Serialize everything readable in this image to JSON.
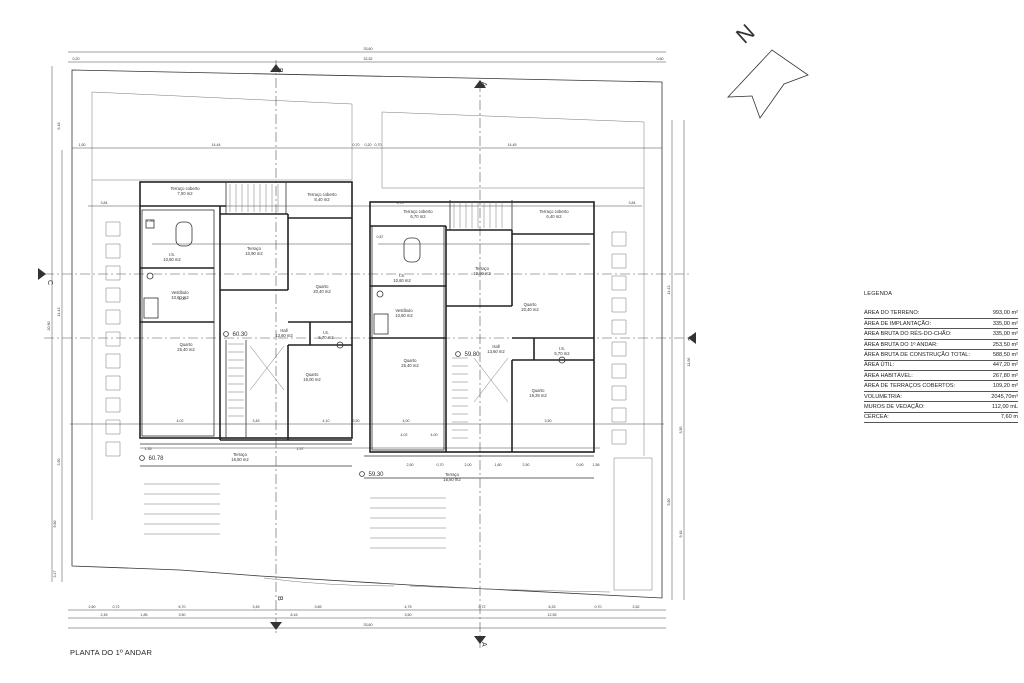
{
  "drawing": {
    "title": "PLANTA DO 1º ANDAR",
    "north_label": "N",
    "section_marks": {
      "a": "A",
      "b": "B",
      "c": "C"
    },
    "levels": [
      "60.30",
      "60.78",
      "59.80",
      "59.30"
    ]
  },
  "rooms": [
    {
      "name": "Terraço coberto",
      "area": "7,00 m2"
    },
    {
      "name": "Terraço coberto",
      "area": "8,40 m2"
    },
    {
      "name": "I.S.",
      "area": "10,60 m2"
    },
    {
      "name": "Terraço",
      "area": "10,90 m2"
    },
    {
      "name": "Quarto",
      "area": "20,40 m2"
    },
    {
      "name": "Vestíbulo",
      "area": "10,60 m2"
    },
    {
      "name": "Quarto",
      "area": "25,40 m2"
    },
    {
      "name": "Hall",
      "area": "13,60 m2"
    },
    {
      "name": "I.S.",
      "area": "5,70 m2"
    },
    {
      "name": "Quarto",
      "area": "19,00 m2"
    },
    {
      "name": "Terraço",
      "area": "16,50 m2"
    },
    {
      "name": "Terraço coberto",
      "area": "6,70 m2"
    },
    {
      "name": "Terraço coberto",
      "area": "6,40 m2"
    },
    {
      "name": "I.S.",
      "area": "10,60 m2"
    },
    {
      "name": "Terraço",
      "area": "10,90 m2"
    },
    {
      "name": "Quarto",
      "area": "20,40 m2"
    },
    {
      "name": "Vestíbulo",
      "area": "10,60 m2"
    },
    {
      "name": "Quarto",
      "area": "25,40 m2"
    },
    {
      "name": "Hall",
      "area": "13,60 m2"
    },
    {
      "name": "I.S.",
      "area": "5,70 m2"
    },
    {
      "name": "Quarto",
      "area": "19,29 m2"
    },
    {
      "name": "Terraço",
      "area": "16,60 m2"
    }
  ],
  "dimensions": {
    "top": [
      "33,60",
      "32,52",
      "0,20",
      "0,60",
      "14,44",
      "0,70",
      "0,20",
      "0,70",
      "14,45",
      "1,50",
      "3,84",
      "3,75",
      "3,84"
    ],
    "bottom": [
      "2,60",
      "0,72",
      "6,70",
      "3,45",
      "3,65",
      "4,75",
      "0,72",
      "6,33",
      "0,70",
      "2,62",
      "2,45",
      "1,85",
      "3,50",
      "8,16",
      "3,50",
      "12,55",
      "33,60"
    ],
    "left": [
      "20,90",
      "6,18",
      "14,43",
      "3,50",
      "5,80",
      "3,47"
    ],
    "right": [
      "11,00",
      "14,43",
      "5,80",
      "9,16",
      "3,50"
    ],
    "interior": [
      "4,02",
      "4,00",
      "4,10",
      "3,45",
      "3,50",
      "4,00",
      "2,50",
      "0,70",
      "2,00",
      "1,57",
      "1,35",
      "0,90",
      "1,56",
      "4,02",
      "4,00",
      "3,50",
      "2,50",
      "1,80",
      "1,36",
      "0,87"
    ]
  },
  "legend": {
    "title": "LEGENDA",
    "rows": [
      {
        "label": "Área do terreno:",
        "value": "993,00 m²"
      },
      {
        "label": "Área de implantação:",
        "value": "335,00 m²"
      },
      {
        "label": "Área bruta do rés-do-chão:",
        "value": "335,00 m²"
      },
      {
        "label": "Área bruta do 1º andar:",
        "value": "253,50 m²"
      },
      {
        "label": "Área bruta de construção total:",
        "value": "588,50 m²"
      },
      {
        "label": "Área útil:",
        "value": "447,20 m²"
      },
      {
        "label": "Área habitável:",
        "value": "267,80 m²"
      },
      {
        "label": "Área de terraços cobertos:",
        "value": "109,20 m²"
      },
      {
        "label": "Volumetria:",
        "value": "2045,70m³"
      },
      {
        "label": "Muros de vedação:",
        "value": "112,00 mL"
      },
      {
        "label": "Cércea:",
        "value": "7,60 m"
      }
    ]
  }
}
